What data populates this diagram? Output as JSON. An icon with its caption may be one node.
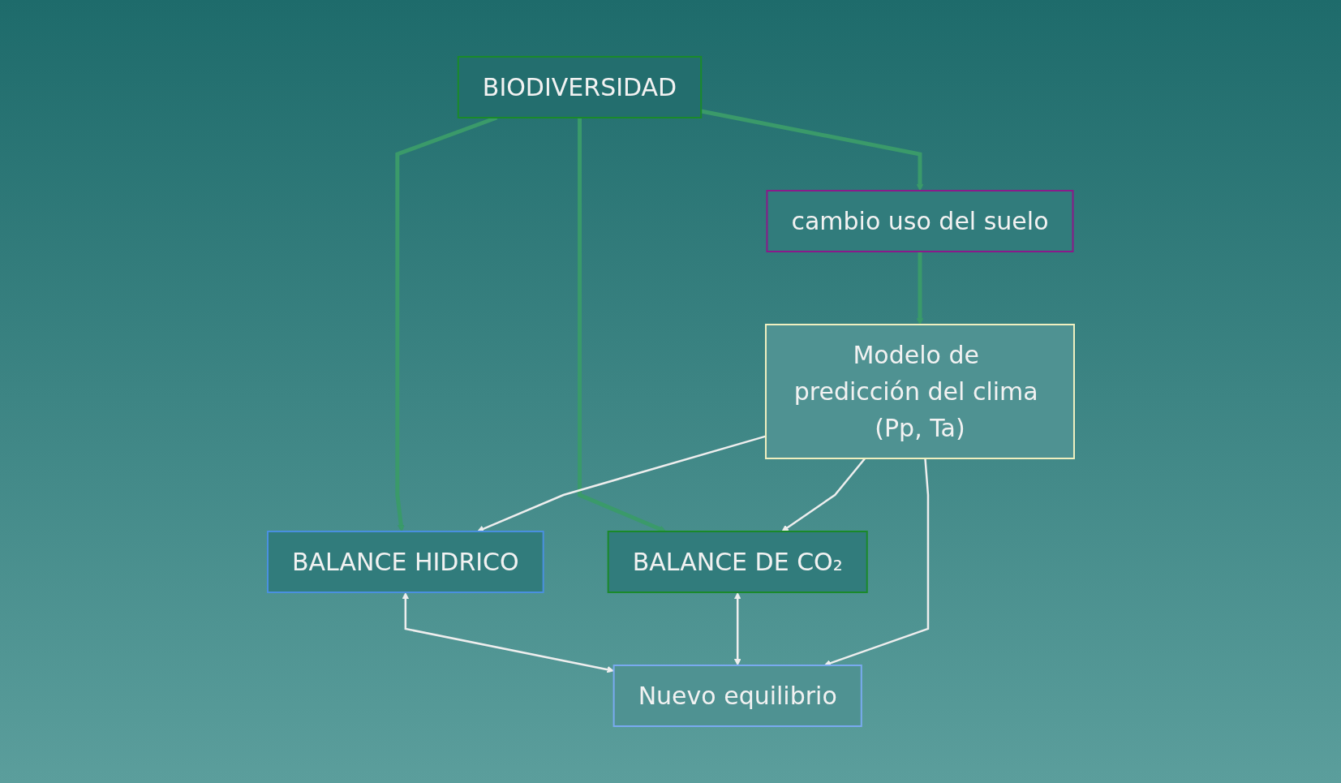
{
  "diagram": {
    "nodes": [
      {
        "text": [
          "BIODIVERSIDAD"
        ]
      },
      {
        "text": [
          "cambio uso del suelo"
        ]
      },
      {
        "text": [
          "BALANCE HIDRICO"
        ]
      },
      {
        "text": [
          "BALANCE DE CO₂"
        ]
      },
      {
        "text": [
          "Modelo de predicción del clima (Pp, Ta)"
        ]
      },
      {
        "text": [
          "Nuevo equilibrio"
        ]
      }
    ],
    "edges": [
      {
        "from": 0,
        "to": 1,
        "arrow": "to",
        "style": "thick",
        "color": "#3a9a6a"
      },
      {
        "from": 0,
        "to": 2,
        "arrow": "to",
        "style": "thick",
        "color": "#3a9a6a"
      },
      {
        "from": 0,
        "to": 3,
        "arrow": "to",
        "style": "thick",
        "color": "#3a9a6a"
      },
      {
        "from": 1,
        "to": 4,
        "arrow": "to",
        "style": "thick",
        "color": "#3a9a6a"
      },
      {
        "from": 2,
        "to": 5,
        "arrow": "both"
      },
      {
        "from": 3,
        "to": 5,
        "arrow": "both"
      },
      {
        "from": 4,
        "to": 2,
        "arrow": "to"
      },
      {
        "from": 4,
        "to": 5,
        "arrow": "to"
      },
      {
        "from": 4,
        "to": 3,
        "arrow": "to"
      }
    ]
  }
}
